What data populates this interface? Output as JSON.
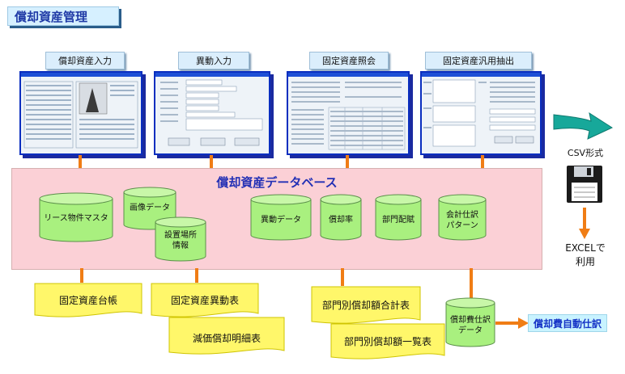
{
  "title": "償却資産管理",
  "screens": [
    {
      "label": "償却資産入力"
    },
    {
      "label": "異動入力"
    },
    {
      "label": "固定資産照会"
    },
    {
      "label": "固定資産汎用抽出"
    }
  ],
  "database": {
    "title": "償却資産データベース",
    "tables": [
      {
        "label": "リース物件マスタ"
      },
      {
        "label": "画像データ"
      },
      {
        "label": "設置場所\n情報"
      },
      {
        "label": "異動データ"
      },
      {
        "label": "償却率"
      },
      {
        "label": "部門配賦"
      },
      {
        "label": "会計仕訳\nパターン"
      }
    ]
  },
  "reports": [
    {
      "label": "固定資産台帳"
    },
    {
      "label": "固定資産異動表"
    },
    {
      "label": "減価償却明細表"
    },
    {
      "label": "部門別償却額合計表"
    },
    {
      "label": "部門別償却額一覧表"
    }
  ],
  "journal_data": {
    "label": "償却費仕訳\nデータ"
  },
  "auto_journal": {
    "label": "償却費自動仕訳"
  },
  "export": {
    "format": "CSV形式",
    "target": "EXCELで\n利用"
  },
  "colors": {
    "connector": "#f07d15",
    "database": "#fbd0d6",
    "cylinder": "#a9f07f",
    "report": "#fff76a",
    "window_border": "#0a2ebf",
    "auto_journal": "#1533c6"
  },
  "icons": {
    "floppy": "floppy-disk-icon",
    "curved_arrow": "curved-arrow-icon"
  }
}
